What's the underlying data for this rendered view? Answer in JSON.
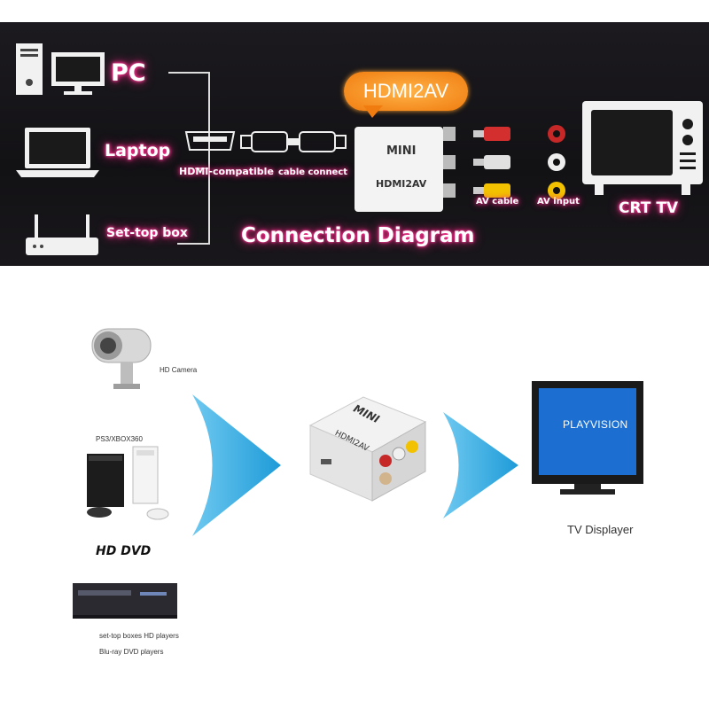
{
  "connection_diagram": {
    "sources": [
      "PC",
      "Laptop",
      "Set-top box"
    ],
    "badge": "HDMI2AV",
    "cable_labels": [
      "HDMI-compatible",
      "cable connect"
    ],
    "device_brand": "MINI",
    "device_model": "HDMI2AV",
    "av_labels": [
      "AV cable",
      "AV input"
    ],
    "tv_label": "CRT TV",
    "title": "Connection Diagram"
  },
  "flow": {
    "sources": {
      "camera": "HD Camera",
      "console": "PS3/XBOX360",
      "dvd_logo": "HD DVD",
      "players_line1": "set-top boxes  HD players",
      "players_line2": "Blu-ray DVD players"
    },
    "device_brand": "MINI",
    "device_model": "HDMI2AV",
    "tv_screen_text": "PLAYVISION",
    "tv_caption": "TV Displayer"
  },
  "colors": {
    "glow": "#ff2a8a",
    "badge": "#f07c10",
    "arrow": "#2aa6e0",
    "tv_screen": "#1c6fd0"
  }
}
